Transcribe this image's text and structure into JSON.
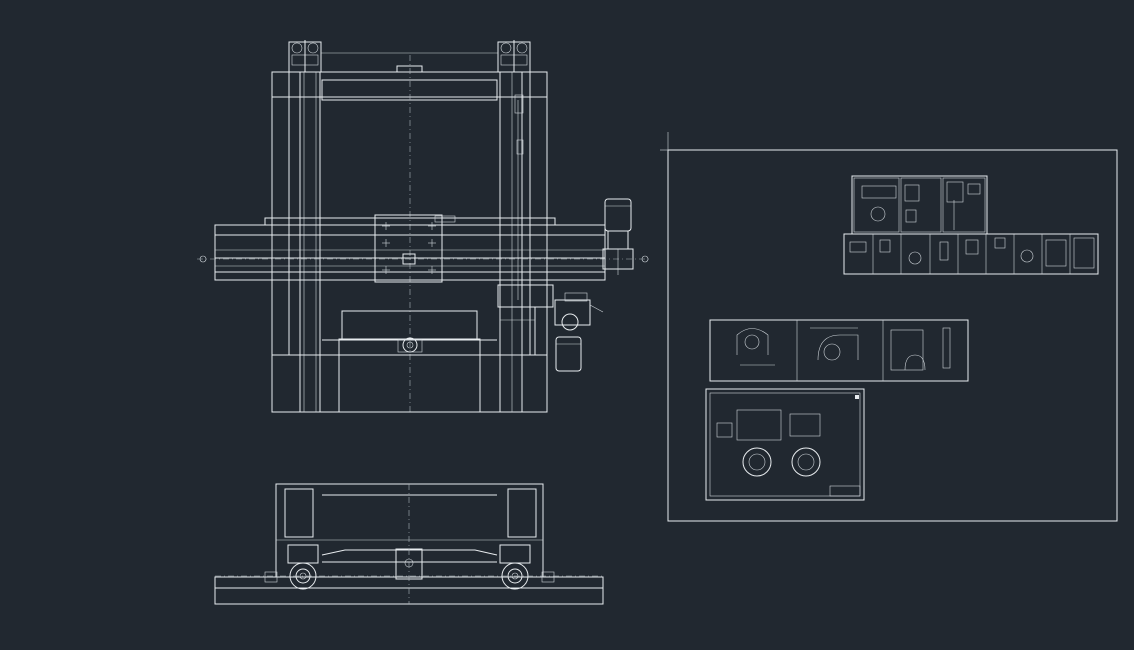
{
  "app": {
    "title": "",
    "background": "#212830",
    "line_color": "#e8ecef"
  },
  "viewport": {
    "drawings": [
      {
        "id": "front-elevation",
        "kind": "drawing"
      },
      {
        "id": "plan-view",
        "kind": "drawing"
      },
      {
        "id": "layout-frame",
        "kind": "sheet-group"
      }
    ]
  },
  "sheets": {
    "row1": [
      "sheet",
      "sheet",
      "sheet"
    ],
    "row2": [
      "sheet",
      "sheet",
      "sheet",
      "sheet",
      "sheet",
      "sheet",
      "sheet",
      "sheet",
      "sheet"
    ],
    "row3": [
      "sheet",
      "sheet",
      "sheet"
    ],
    "row4": [
      "sheet"
    ]
  }
}
